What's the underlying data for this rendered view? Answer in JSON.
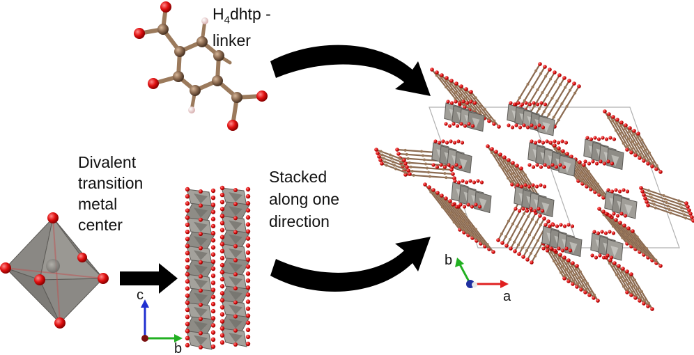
{
  "linker_label": {
    "main": "H",
    "sub": "4",
    "rest": "dhtp -",
    "line2": "linker"
  },
  "metal_label": [
    "Divalent",
    "transition",
    "metal",
    "center"
  ],
  "stack_label": [
    "Stacked",
    "along one",
    "direction"
  ],
  "axes_chain": {
    "vertical": "c",
    "horizontal": "b"
  },
  "axes_framework": {
    "vertical": "b",
    "horizontal": "a"
  },
  "colors": {
    "oxygen": "#e01010",
    "carbon": "#8b6a50",
    "hydrogen": "#f2d2d2",
    "polyhedron": "#8e8c86",
    "polyhedron_dark": "#6f6d68",
    "axis_red": "#e02020",
    "axis_green": "#22b022",
    "axis_blue": "#2030d0",
    "arrow": "#000000"
  },
  "icons": [
    "curved-arrow-icon",
    "straight-arrow-icon"
  ]
}
